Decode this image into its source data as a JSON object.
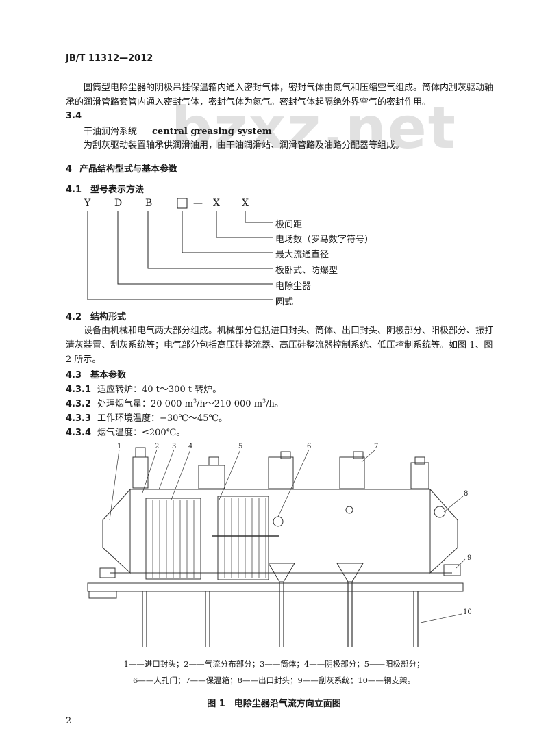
{
  "header": {
    "standard_no": "JB/T 11312—2012"
  },
  "watermark": {
    "text": "bzxz.net"
  },
  "body": {
    "intro_paragraph": "圆筒型电除尘器的阴极吊挂保温箱内通入密封气体，密封气体由氮气和压缩空气组成。筒体内刮灰驱动轴承的润滑管路套管内通入密封气体，密封气体为氮气。密封气体起隔绝外界空气的密封作用。",
    "section_3_4": {
      "number": "3.4",
      "term_cn": "干油润滑系统",
      "term_en": "central greasing system",
      "definition": "为刮灰驱动装置轴承供润滑油用，由干油润滑站、润滑管路及油路分配器等组成。"
    },
    "section_4": {
      "number": "4",
      "title": "产品结构型式与基本参数"
    },
    "section_4_1": {
      "number": "4.1",
      "title": "型号表示方法",
      "model_code": {
        "c1": "Y",
        "c2": "D",
        "c3": "B",
        "dash": "—",
        "c5": "X",
        "c6": "X"
      },
      "labels": [
        "极间距",
        "电场数（罗马数字符号）",
        "最大流通直径",
        "板卧式、防爆型",
        "电除尘器",
        "圆式"
      ]
    },
    "section_4_2": {
      "number": "4.2",
      "title": "结构形式",
      "paragraph": "设备由机械和电气两大部分组成。机械部分包括进口封头、筒体、出口封头、阴极部分、阳极部分、振打清灰装置、刮灰系统等；电气部分包括高压硅整流器、高压硅整流器控制系统、低压控制系统等。如图 1、图 2 所示。"
    },
    "section_4_3": {
      "number": "4.3",
      "title": "基本参数",
      "items": [
        {
          "number": "4.3.1",
          "text": "适应转炉：40 t～300 t 转炉。"
        },
        {
          "number": "4.3.2",
          "text_a": "处理烟气量：20 000 m",
          "sup_a": "3",
          "text_b": "/h～210 000 m",
          "sup_b": "3",
          "text_c": "/h。"
        },
        {
          "number": "4.3.3",
          "text": "工作环境温度：−30℃～45℃。"
        },
        {
          "number": "4.3.4",
          "text": "烟气温度：≤200℃。"
        }
      ]
    }
  },
  "figure": {
    "callouts": [
      "1",
      "2",
      "3",
      "4",
      "5",
      "6",
      "7",
      "8",
      "9",
      "10"
    ],
    "legend_line1": "1——进口封头；2——气流分布部分；3——筒体；4——阴极部分；5——阳极部分；",
    "legend_line2": "6——人孔门；7——保温箱；8——出口封头；9——刮灰系统；10——钢支架。",
    "title": "图 1　电除尘器沿气流方向立面图"
  },
  "footer": {
    "page_number": "2"
  }
}
